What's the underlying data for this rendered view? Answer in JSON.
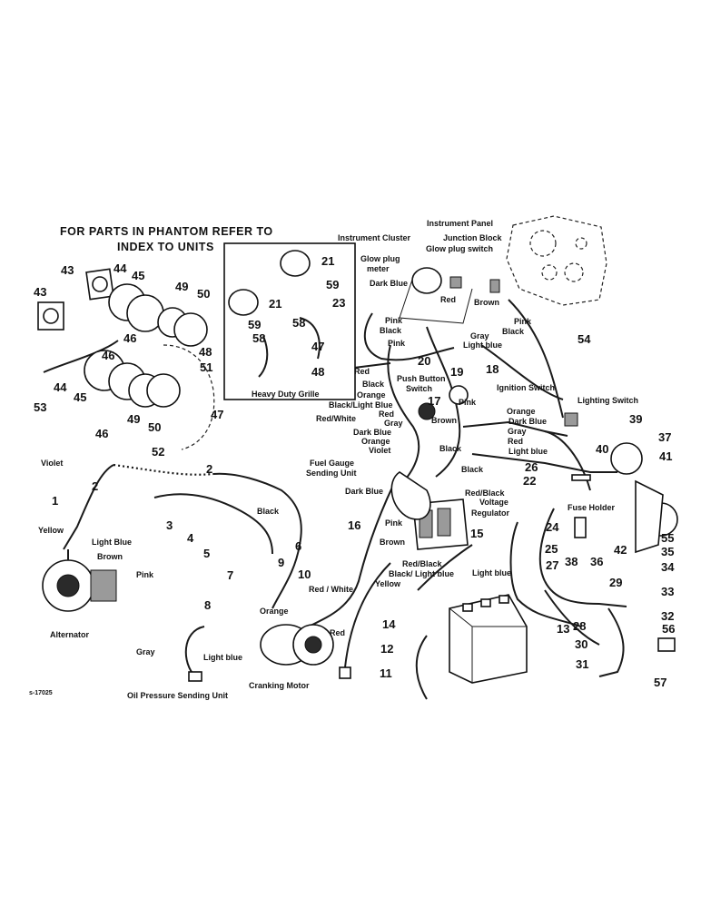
{
  "header": {
    "line1": "FOR PARTS IN PHANTOM REFER TO",
    "line2": "INDEX TO UNITS"
  },
  "inset": {
    "caption": "Heavy Duty Grille"
  },
  "drawing_number": "s-17025",
  "labels": {
    "instrument_panel": "Instrument Panel",
    "instrument_cluster": "Instrument Cluster",
    "junction_block": "Junction Block",
    "glow_plug_switch": "Glow plug switch",
    "glow_plug_meter_1": "Glow plug",
    "glow_plug_meter_2": "meter",
    "dark_blue_top": "Dark Blue",
    "red_top": "Red",
    "brown_top": "Brown",
    "pink_top": "Pink",
    "black_top": "Black",
    "gray_top": "Gray",
    "light_blue_top": "Light blue",
    "pink_left": "Pink",
    "black_left": "Black",
    "pink_left2": "Pink",
    "push_button_1": "Push Button",
    "push_button_2": "Switch",
    "ignition_switch": "Ignition Switch",
    "red_mid": "Red",
    "black_mid": "Black",
    "orange_mid": "Orange",
    "black_light_blue": "Black/Light Blue",
    "red_mid2": "Red",
    "red_white_mid": "Red/White",
    "gray_mid": "Gray",
    "dark_blue_mid": "Dark Blue",
    "orange_mid2": "Orange",
    "violet_mid": "Violet",
    "pink_mid": "Pink",
    "brown_mid": "Brown",
    "orange_r": "Orange",
    "dark_blue_r": "Dark Blue",
    "gray_r": "Gray",
    "red_r": "Red",
    "light_blue_r": "Light blue",
    "black_r": "Black",
    "black_r2": "Black",
    "fuel_gauge_1": "Fuel Gauge",
    "fuel_gauge_2": "Sending Unit",
    "dark_blue_low": "Dark Blue",
    "red_black": "Red/Black",
    "voltage_reg_1": "Voltage",
    "voltage_reg_2": "Regulator",
    "lighting_switch": "Lighting Switch",
    "fuse_holder": "Fuse Holder",
    "violet_left": "Violet",
    "black_left_mid": "Black",
    "yellow_left": "Yellow",
    "light_blue_left": "Light Blue",
    "brown_left": "Brown",
    "pink_alt": "Pink",
    "alternator": "Alternator",
    "pink_low": "Pink",
    "brown_low": "Brown",
    "red_black_low": "Red/Black",
    "black_light_blue_low": "Black/ Light blue",
    "yellow_low": "Yellow",
    "light_blue_low": "Light blue",
    "red_white_low": "Red / White",
    "orange_low": "Orange",
    "red_low": "Red",
    "gray_low": "Gray",
    "light_blue_low2": "Light blue",
    "cranking_motor": "Cranking Motor",
    "oil_pressure": "Oil Pressure Sending Unit"
  },
  "callouts": [
    "1",
    "2",
    "2",
    "3",
    "4",
    "5",
    "6",
    "7",
    "8",
    "9",
    "10",
    "11",
    "12",
    "13",
    "14",
    "15",
    "16",
    "17",
    "18",
    "19",
    "20",
    "21",
    "21",
    "22",
    "23",
    "24",
    "25",
    "26",
    "27",
    "28",
    "29",
    "30",
    "31",
    "32",
    "33",
    "34",
    "35",
    "36",
    "37",
    "38",
    "39",
    "40",
    "41",
    "42",
    "43",
    "43",
    "44",
    "44",
    "45",
    "45",
    "46",
    "46",
    "46",
    "47",
    "47",
    "48",
    "48",
    "49",
    "49",
    "50",
    "50",
    "51",
    "52",
    "53",
    "54",
    "55",
    "56",
    "57",
    "58",
    "58",
    "59",
    "59"
  ]
}
